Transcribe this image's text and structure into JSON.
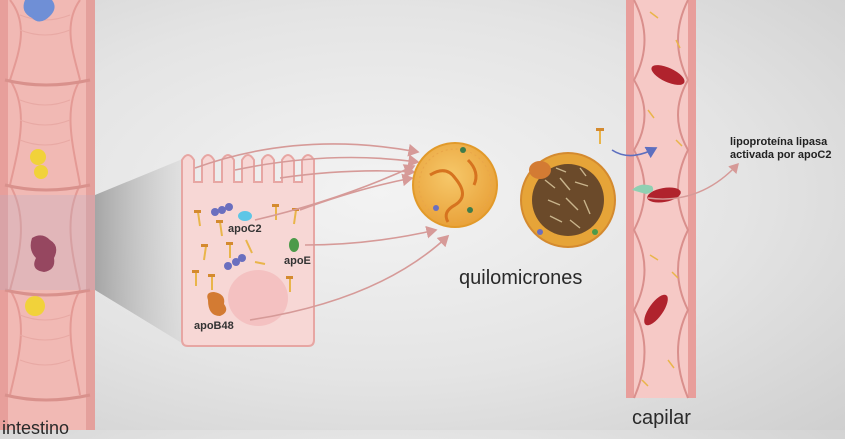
{
  "labels": {
    "intestine": "intestino",
    "apoC2": "apoC2",
    "apoE": "apoE",
    "apoB48": "apoB48",
    "chylomicrons": "quilomicrones",
    "capillary": "capilar",
    "lipase_line1": "lipoproteína lipasa",
    "lipase_line2": "activada por apoC2"
  },
  "colors": {
    "intestine_wall": "#f1b9b4",
    "cell_fill": "#f7d7d5",
    "arrow": "#d69a98",
    "chylomicron": "#f1b44a",
    "vessel": "#f6c9c6",
    "red_cell": "#b0232d"
  }
}
